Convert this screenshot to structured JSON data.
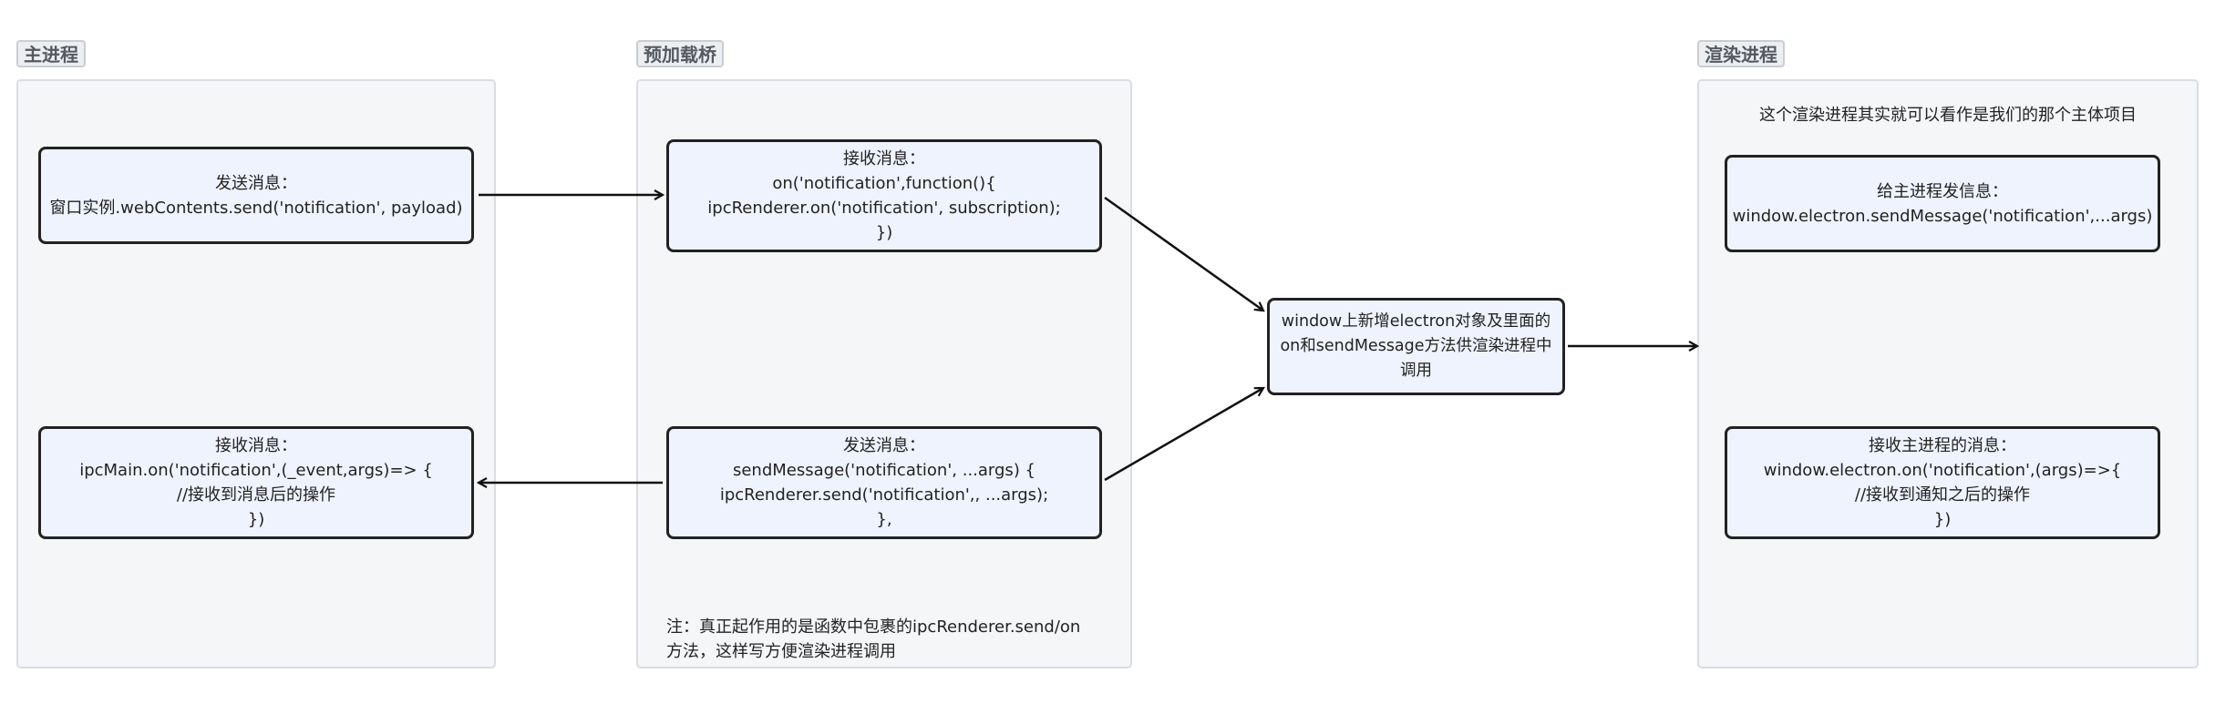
{
  "lanes": {
    "main": {
      "title": "主进程"
    },
    "preload": {
      "title": "预加载桥",
      "note": [
        "注：真正起作用的是函数中包裹的ipcRenderer.send/on",
        "方法，这样写方便渲染进程调用"
      ]
    },
    "renderer": {
      "title": "渲染进程",
      "note": "这个渲染进程其实就可以看作是我们的那个主体项目"
    }
  },
  "nodes": {
    "main_send": [
      "发送消息：",
      "窗口实例.webContents.send('notification', payload)"
    ],
    "main_receive": [
      "接收消息：",
      "ipcMain.on('notification',(_event,args)=> {",
      "//接收到消息后的操作",
      "})"
    ],
    "preload_receive": [
      "接收消息：",
      "on('notification',function(){",
      "ipcRenderer.on('notification', subscription);",
      "})"
    ],
    "preload_send": [
      "发送消息：",
      "sendMessage('notification', ...args) {",
      "ipcRenderer.send('notification',, ...args);",
      "},"
    ],
    "bridge": [
      "window上新增electron对象及里面的",
      "on和sendMessage方法供渲染进程中",
      "调用"
    ],
    "renderer_send": [
      "给主进程发信息：",
      "window.electron.sendMessage('notification',...args)"
    ],
    "renderer_receive": [
      "接收主进程的消息：",
      "window.electron.on('notification',(args)=>{",
      "//接收到通知之后的操作",
      "})"
    ]
  },
  "colors": {
    "lane_fill": "#f5f6f8",
    "lane_border": "#d9dce1",
    "node_fill": "#eef3fd",
    "node_border": "#222222",
    "title_text": "#555a62"
  }
}
